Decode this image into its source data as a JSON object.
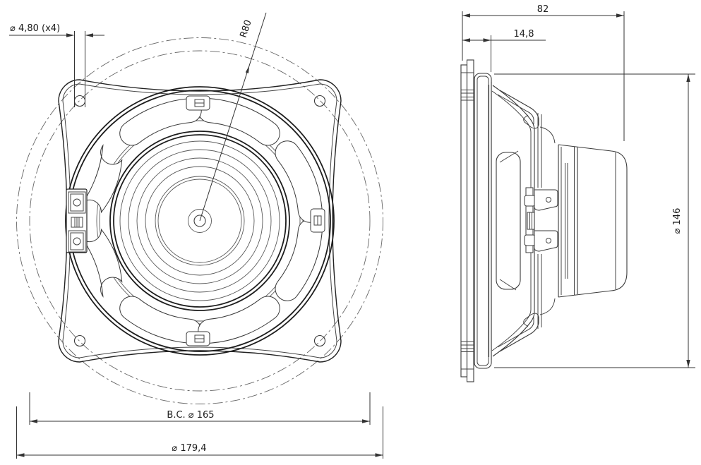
{
  "drawing": {
    "type": "technical-drawing",
    "subject": "loudspeaker driver - front and side orthographic views",
    "background": "#ffffff",
    "line_color": "#2d2d2d",
    "dimensions": {
      "mounting_holes": "⌀ 4,80 (x4)",
      "cone_radius": "R80",
      "total_depth": "82",
      "mounting_depth": "14,8",
      "rear_diameter": "⌀ 146",
      "bolt_circle": "B.C. ⌀ 165",
      "overall_diameter": "⌀ 179,4"
    }
  }
}
